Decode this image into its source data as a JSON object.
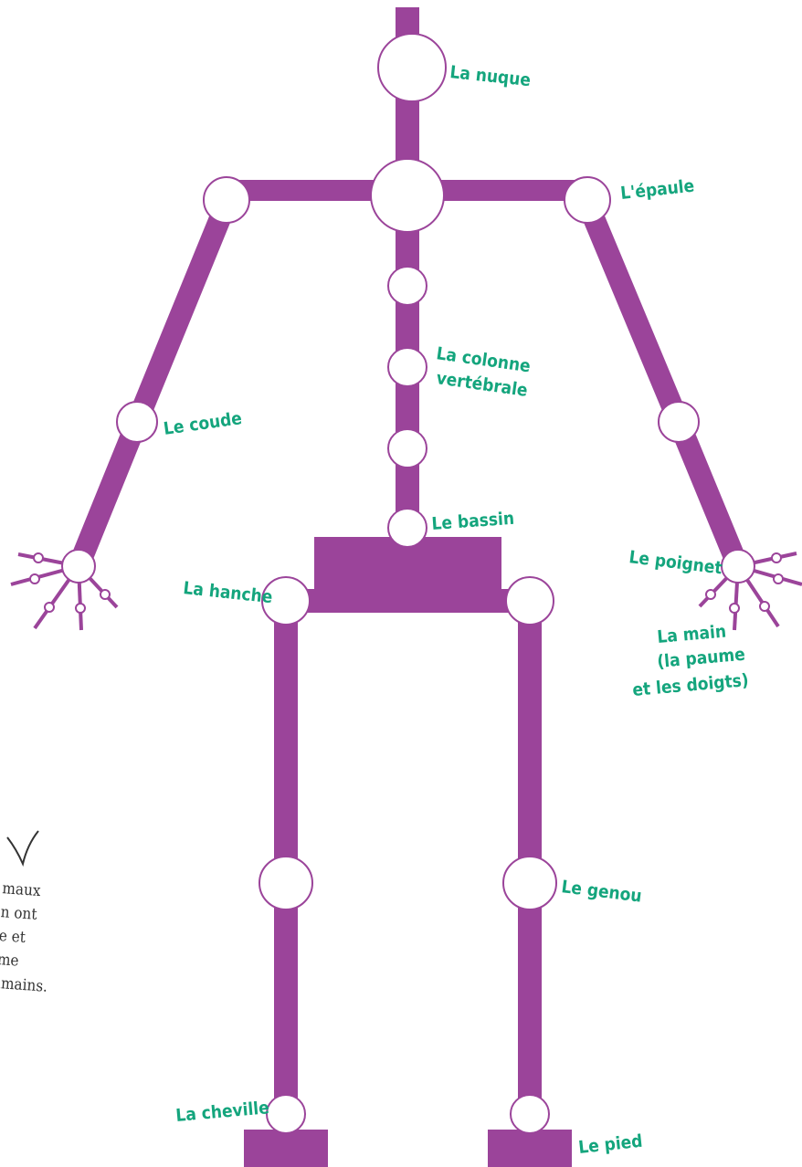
{
  "colors": {
    "bone": "#9b449a",
    "label": "#14a57d",
    "joint_fill": "#ffffff",
    "note": "#333333"
  },
  "labels": {
    "nuque": "La nuque",
    "epaule": "L'épaule",
    "colonne_line1": "La colonne",
    "colonne_line2": "vertébrale",
    "coude": "Le coude",
    "bassin": "Le bassin",
    "poignet": "Le poignet",
    "hanche": "La hanche",
    "main_line1": "La main",
    "main_line2": "(la paume",
    "main_line3": "et les doigts)",
    "genou": "Le genou",
    "cheville": "La cheville",
    "pied": "Le pied"
  },
  "note": {
    "icon": "check-mark-icon",
    "lines": [
      "maux",
      "n ont",
      "e et",
      "me",
      "umains."
    ]
  }
}
